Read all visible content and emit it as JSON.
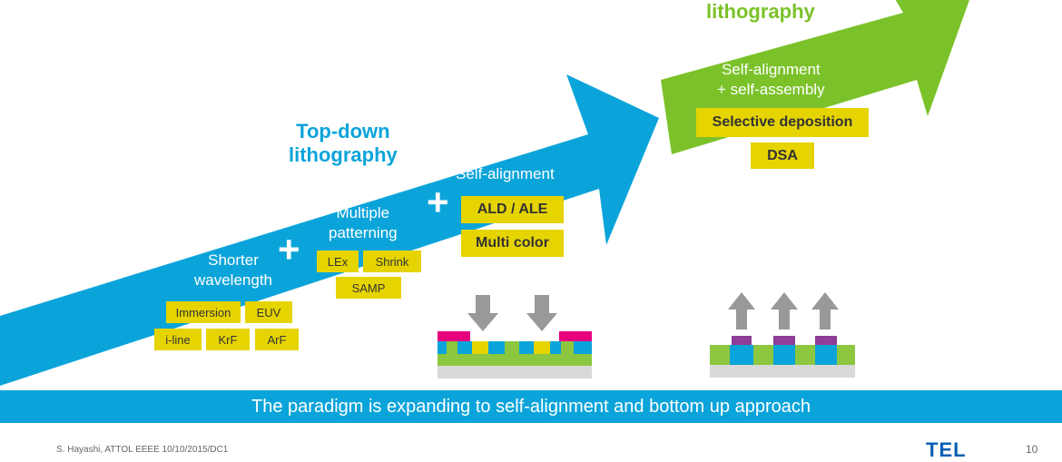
{
  "arrows": {
    "top_down_title_line1": "Top-down",
    "top_down_title_line2": "lithography",
    "bottom_up_title": "lithography",
    "colors": {
      "blue": "#0ba4da",
      "green": "#7bc22a",
      "chip": "#e6d400"
    }
  },
  "stages": {
    "shorter_wavelength": {
      "line1": "Shorter",
      "line2": "wavelength",
      "chips": [
        "Immersion",
        "EUV",
        "i-line",
        "KrF",
        "ArF"
      ]
    },
    "multiple_patterning": {
      "line1": "Multiple",
      "line2": "patterning",
      "chips": [
        "LEx",
        "Shrink",
        "SAMP"
      ]
    },
    "self_alignment": {
      "label": "Self-alignment",
      "chips": [
        "ALD / ALE",
        "Multi color"
      ]
    },
    "self_assembly": {
      "line1": "Self-alignment",
      "line2": "+ self-assembly",
      "chips": [
        "Selective deposition",
        "DSA"
      ]
    },
    "plus_sign": "+"
  },
  "footer": {
    "banner": "The paradigm is expanding to self-alignment and bottom up approach",
    "citation": "S. Hayashi, ATTOL EEEE 10/10/2015/DC1",
    "logo": "TEL",
    "page": "10"
  }
}
